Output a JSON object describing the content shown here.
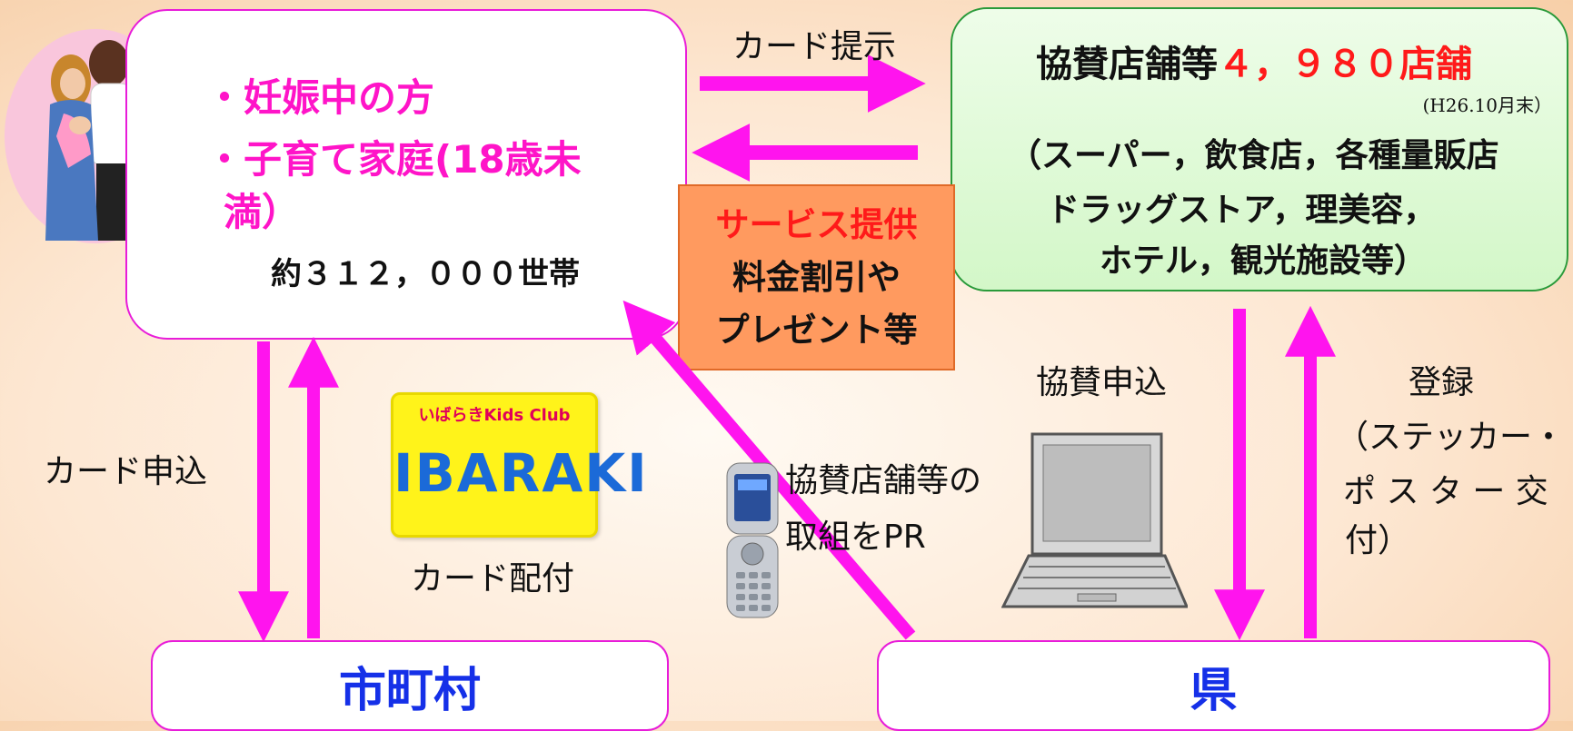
{
  "family": {
    "line1": "・妊娠中の方",
    "line2": "・子育て家庭(18歳未",
    "line3": "満）",
    "households": "約３１２，０００世帯"
  },
  "shops": {
    "title_prefix": "協賛店舗等",
    "title_count": "４，９８０店舗",
    "date_note": "(H26.10月末）",
    "types_line1": "（スーパー，飲食店，各種量販店",
    "types_line2": "ドラッグストア，理美容，",
    "types_line3": "ホテル，観光施設等）"
  },
  "service": {
    "line1": "サービス提供",
    "line2": "料金割引や",
    "line3": "プレゼント等"
  },
  "labels": {
    "card_present": "カード提示",
    "card_apply": "カード申込",
    "card_issue": "カード配付",
    "card_logo_text": "いばらきKids Club",
    "card_logo_big": "IBARAKI",
    "sponsor_apply": "協賛申込",
    "register": "登録",
    "register_sub1": "（ステッカー・",
    "register_sub2": "ポ ス タ ー 交",
    "register_sub3": "付）",
    "pr_line1": "協賛店舗等の",
    "pr_line2": "取組をPR"
  },
  "nodes": {
    "city": "市町村",
    "prefecture": "県"
  },
  "colors": {
    "arrow": "#ff14ee",
    "emphasis_red": "#ff1a1a",
    "node_text": "#1530e8",
    "service_bg": "#ff9a5f",
    "shop_bg": "#d9f8cf"
  },
  "icons": [
    "family-illustration",
    "card-image",
    "mobile-phone-icon",
    "laptop-icon"
  ]
}
